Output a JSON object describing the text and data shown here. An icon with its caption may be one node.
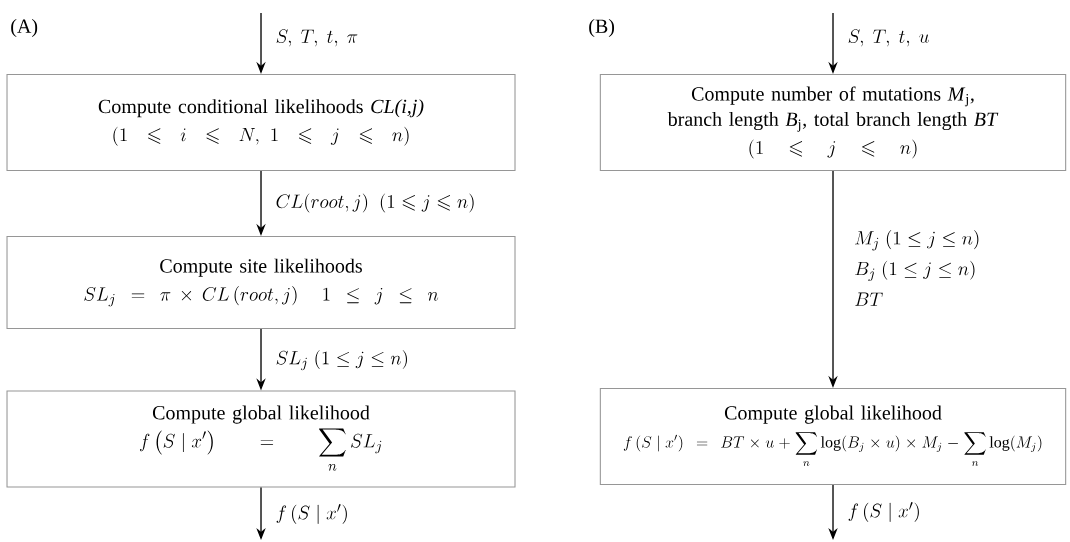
{
  "diagram": {
    "nodes": [
      {
        "text": [
          "Compute conditional likelihoods *CL(i,j)*",
          "(1\\leqslant i\\leqslant N,\\ 1\\leqslant j\\leqslant n)"
        ]
      },
      {
        "text": [
          "Compute site likelihoods",
          "SL_j = \\pi \\times CL\\left(root, j\\right)\\quad 1 \\le j \\le n"
        ]
      },
      {
        "text": [
          "Compute global likelihood",
          "f\\left(S \\mid x'\\right) \\;=\\; \\sum_n SL_j"
        ]
      },
      {
        "text": [
          "Compute number of mutations *M*$_{j}$, branch length *B*$_{j}$, total branch length *BT*",
          "(1\\leqslant j\\leqslant n)"
        ]
      },
      {
        "text": [
          "Compute global likelihood",
          "f\\left(S \\mid x'\\right) \\;=\\; BT\\times u+\\sum_n \\log(B_j\\times u)\\times M_j-\\sum_n \\log(M_j)"
        ]
      }
    ],
    "edges": [
      {
        "from": null,
        "to": 0,
        "arrow": "to",
        "label": "S,\\ T,\\ t,\\ \\pi"
      },
      {
        "from": 0,
        "to": 1,
        "arrow": "to",
        "label": "CL(root,j)\\ \\ (1\\leqslant j\\leqslant n)"
      },
      {
        "from": 1,
        "to": 2,
        "arrow": "to",
        "label": "SL_j\\ (1\\le j\\le n)"
      },
      {
        "from": 2,
        "to": null,
        "arrow": "to",
        "label": "f\\left(S\\mid x'\\right)"
      },
      {
        "from": null,
        "to": 3,
        "arrow": "to",
        "label": "S,\\ T,\\ t,\\ u"
      },
      {
        "from": 3,
        "to": 4,
        "arrow": "to",
        "label": "\\begin{array}{l} M_j\\ (1\\le j\\le n)\\\\[4pt] B_j\\ (1\\le j\\le n)\\\\[4pt] BT\\end{array}"
      },
      {
        "from": 4,
        "to": null,
        "arrow": "to",
        "label": "f\\left(S\\mid x'\\right)"
      }
    ],
    "labels": [
      "(A)",
      "(B)"
    ]
  }
}
